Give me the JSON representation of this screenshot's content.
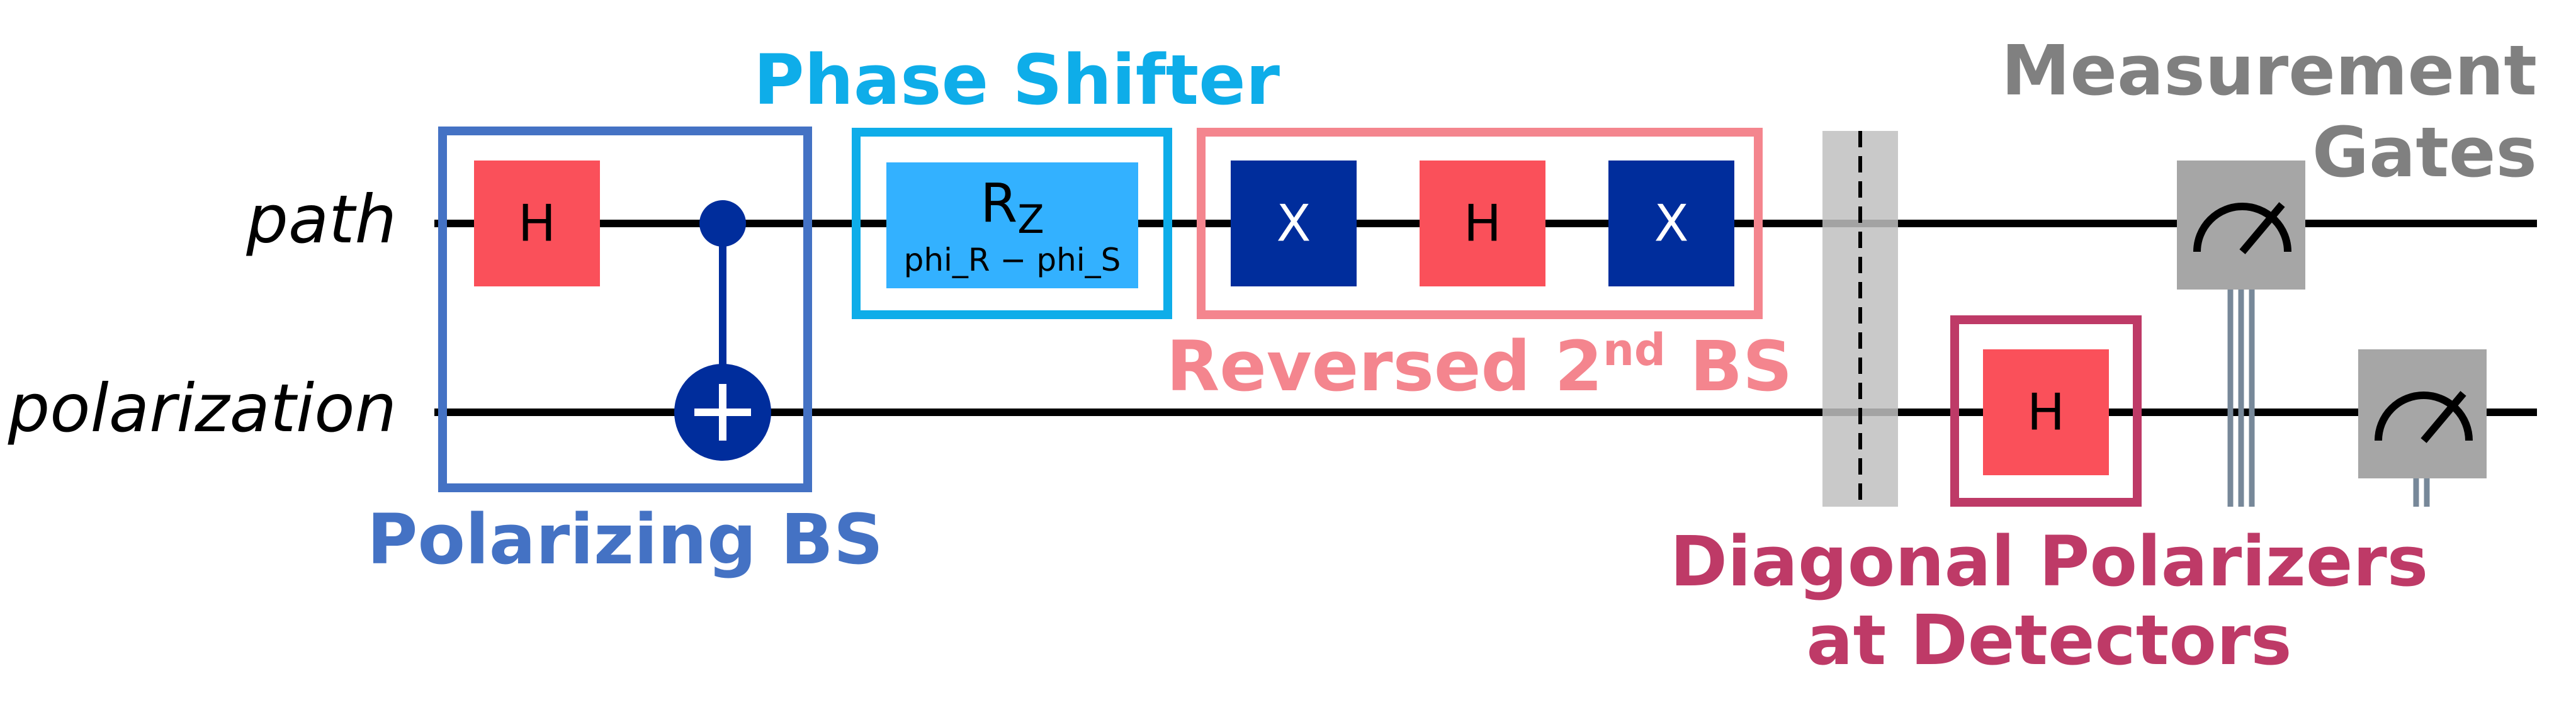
{
  "wires": [
    {
      "id": "path",
      "label": "path"
    },
    {
      "id": "polarization",
      "label": "polarization"
    }
  ],
  "groups": {
    "polarizing_bs": {
      "label": "Polarizing BS",
      "color": "#4472C4"
    },
    "phase_shifter": {
      "label": "Phase Shifter",
      "color": "#0EADE9"
    },
    "reversed_bs": {
      "label_main": "Reversed 2",
      "label_sup": "nd",
      "label_tail": " BS",
      "color": "#F4858E"
    },
    "diagonal_polarizers": {
      "label_line1": "Diagonal Polarizers",
      "label_line2": "at Detectors",
      "color": "#BE3A67"
    },
    "measurement": {
      "label_line1": "Measurement",
      "label_line2": "Gates",
      "color": "#808080"
    }
  },
  "gates": {
    "h_path_1": {
      "label": "H",
      "color": "#FA505A"
    },
    "cnot": {
      "color": "#002D9C"
    },
    "rz": {
      "label_main": "R",
      "label_sub": "Z",
      "param": "phi_R − phi_S",
      "color": "#33B1FF"
    },
    "x_1": {
      "label": "X",
      "color": "#002D9C"
    },
    "h_path_2": {
      "label": "H",
      "color": "#FA505A"
    },
    "x_2": {
      "label": "X",
      "color": "#002D9C"
    },
    "h_polarization": {
      "label": "H",
      "color": "#FA505A"
    },
    "barrier": {
      "color": "#BFBFBF"
    },
    "measure_path": {
      "color": "#A6A6A6"
    },
    "measure_polarization": {
      "color": "#A6A6A6"
    }
  }
}
